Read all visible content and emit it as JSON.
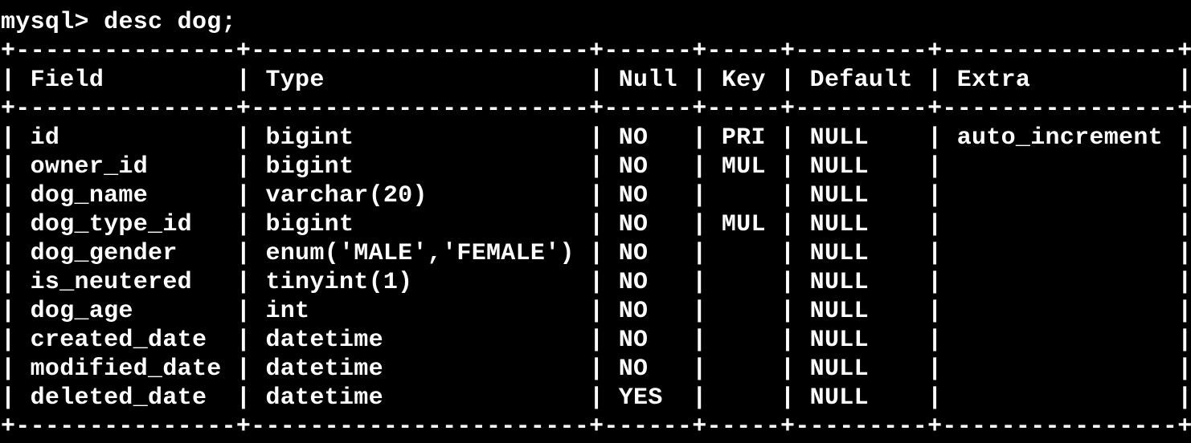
{
  "terminal": {
    "prompt": "mysql>",
    "command": "desc dog;",
    "background_color": "#000000",
    "text_color": "#ffffff"
  },
  "result_table": {
    "columns": [
      "Field",
      "Type",
      "Null",
      "Key",
      "Default",
      "Extra"
    ],
    "rows": [
      [
        "id",
        "bigint",
        "NO",
        "PRI",
        "NULL",
        "auto_increment"
      ],
      [
        "owner_id",
        "bigint",
        "NO",
        "MUL",
        "NULL",
        ""
      ],
      [
        "dog_name",
        "varchar(20)",
        "NO",
        "",
        "NULL",
        ""
      ],
      [
        "dog_type_id",
        "bigint",
        "NO",
        "MUL",
        "NULL",
        ""
      ],
      [
        "dog_gender",
        "enum('MALE','FEMALE')",
        "NO",
        "",
        "NULL",
        ""
      ],
      [
        "is_neutered",
        "tinyint(1)",
        "NO",
        "",
        "NULL",
        ""
      ],
      [
        "dog_age",
        "int",
        "NO",
        "",
        "NULL",
        ""
      ],
      [
        "created_date",
        "datetime",
        "NO",
        "",
        "NULL",
        ""
      ],
      [
        "modified_date",
        "datetime",
        "NO",
        "",
        "NULL",
        ""
      ],
      [
        "deleted_date",
        "datetime",
        "YES",
        "",
        "NULL",
        ""
      ]
    ]
  }
}
